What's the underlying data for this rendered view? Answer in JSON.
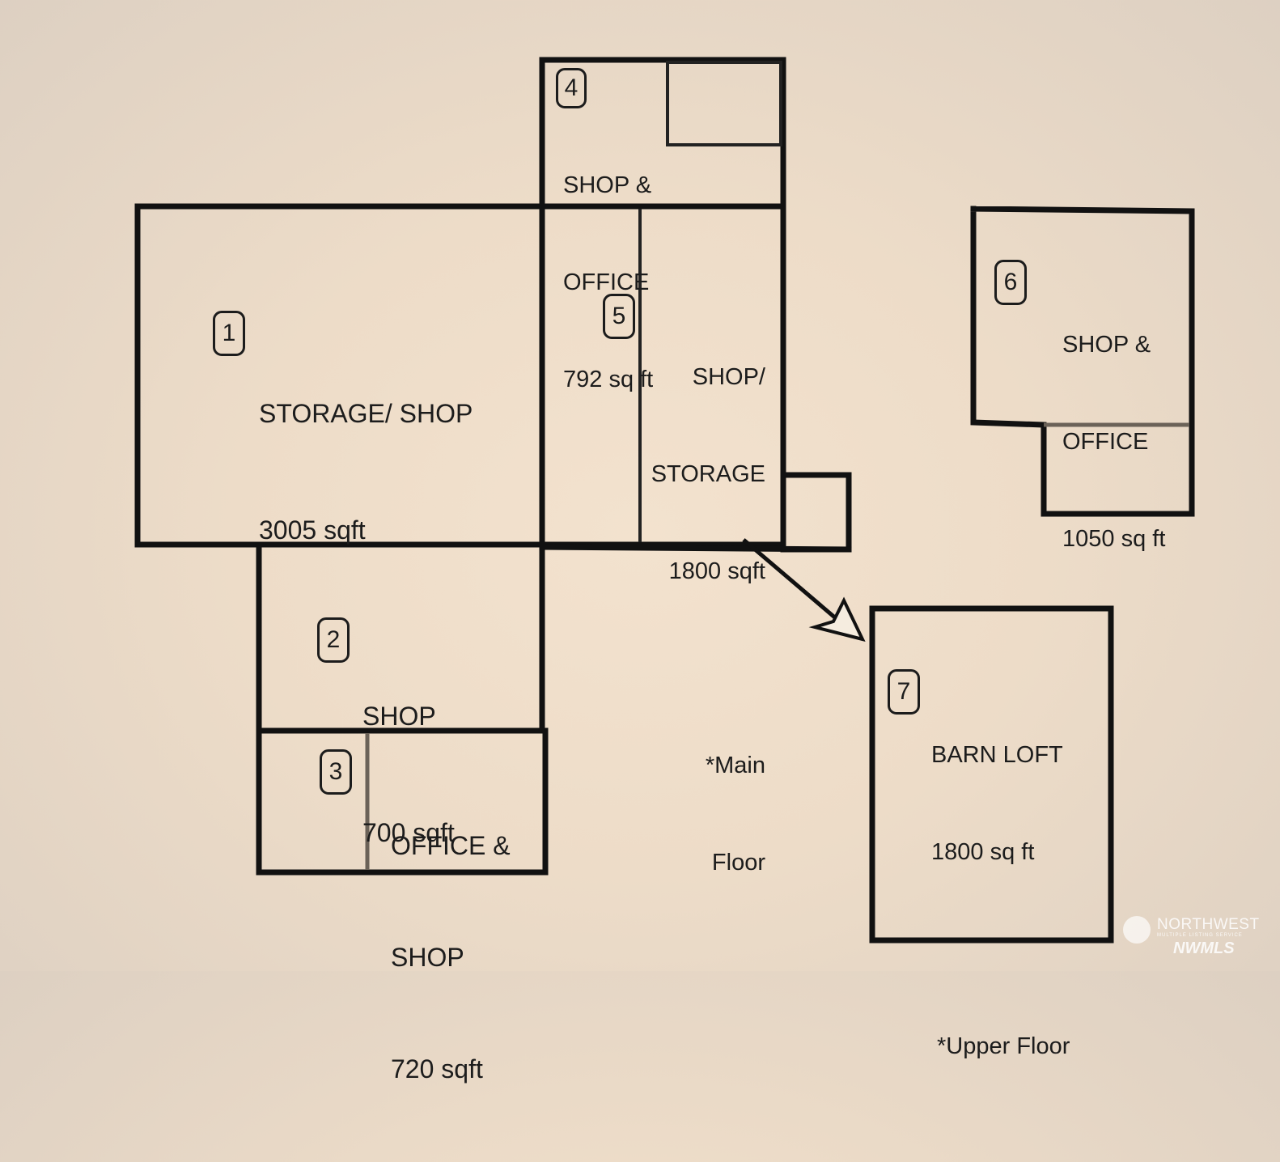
{
  "rooms": [
    {
      "number": "1",
      "lines": [
        "STORAGE/ SHOP",
        "3005 sqft"
      ]
    },
    {
      "number": "2",
      "lines": [
        "SHOP",
        "700 sqft"
      ]
    },
    {
      "number": "3",
      "lines": [
        "OFFICE &",
        "SHOP",
        "720 sqft"
      ]
    },
    {
      "number": "4",
      "lines": [
        "SHOP &",
        "OFFICE",
        "792 sq ft"
      ]
    },
    {
      "number": "5",
      "lines": [
        "SHOP/",
        "STORAGE",
        "1800 sqft",
        "",
        "*Main",
        "Floor"
      ]
    },
    {
      "number": "6",
      "lines": [
        "SHOP &",
        "OFFICE",
        "1050 sq ft"
      ]
    },
    {
      "number": "7",
      "lines": [
        "BARN LOFT",
        "1800 sq ft",
        "",
        "*Upper Floor"
      ]
    }
  ],
  "watermark": {
    "name": "NORTHWEST",
    "subtitle": "MULTIPLE LISTING SERVICE",
    "mark": "NWMLS"
  },
  "colors": {
    "background": "#eddcc8",
    "walls": "#111111"
  }
}
